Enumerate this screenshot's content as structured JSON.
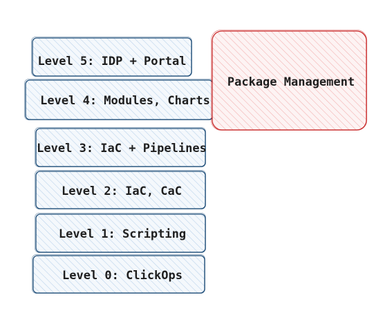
{
  "diagram": {
    "levels": [
      {
        "label": "Level 5: IDP + Portal"
      },
      {
        "label": "Level 4: Modules, Charts"
      },
      {
        "label": "Level 3: IaC + Pipelines"
      },
      {
        "label": "Level 2: IaC, CaC"
      },
      {
        "label": "Level 1: Scripting"
      },
      {
        "label": "Level 0: ClickOps"
      }
    ],
    "side_box": {
      "label": "Package Management"
    },
    "colors": {
      "level_stroke": "#1f4e79",
      "level_hatch": "#bcd4ec",
      "level_fill": "#f4f8fc",
      "side_stroke": "#c92a2a",
      "side_hatch": "#f3b3b3",
      "side_fill": "#fdf3f3",
      "text": "#1e1e1e"
    }
  }
}
